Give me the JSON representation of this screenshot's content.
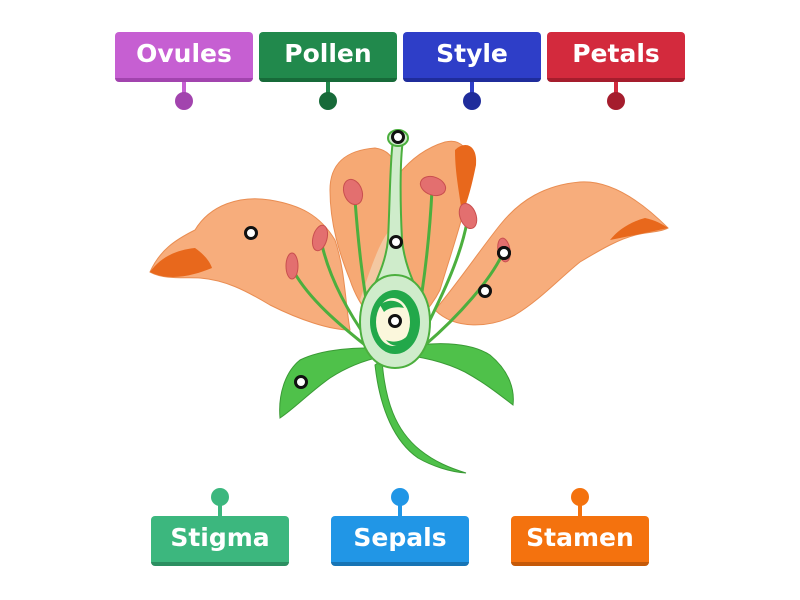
{
  "labels_top": [
    {
      "id": "ovules",
      "text": "Ovules",
      "color": "#c65fd2",
      "shade": "#a244ae"
    },
    {
      "id": "pollen",
      "text": "Pollen",
      "color": "#21894c",
      "shade": "#176a39"
    },
    {
      "id": "style",
      "text": "Style",
      "color": "#2e3ec8",
      "shade": "#1f2c9b"
    },
    {
      "id": "petals",
      "text": "Petals",
      "color": "#d32a3d",
      "shade": "#a51d2d"
    }
  ],
  "labels_bottom": [
    {
      "id": "stigma",
      "text": "Stigma",
      "color": "#3cb77e",
      "shade": "#2c8f61"
    },
    {
      "id": "sepals",
      "text": "Sepals",
      "color": "#2196e6",
      "shade": "#1774b5"
    },
    {
      "id": "stamen",
      "text": "Stamen",
      "color": "#f4720e",
      "shade": "#c55908"
    }
  ],
  "drop_targets": 8,
  "icons": {
    "target": "drop-target-icon"
  }
}
